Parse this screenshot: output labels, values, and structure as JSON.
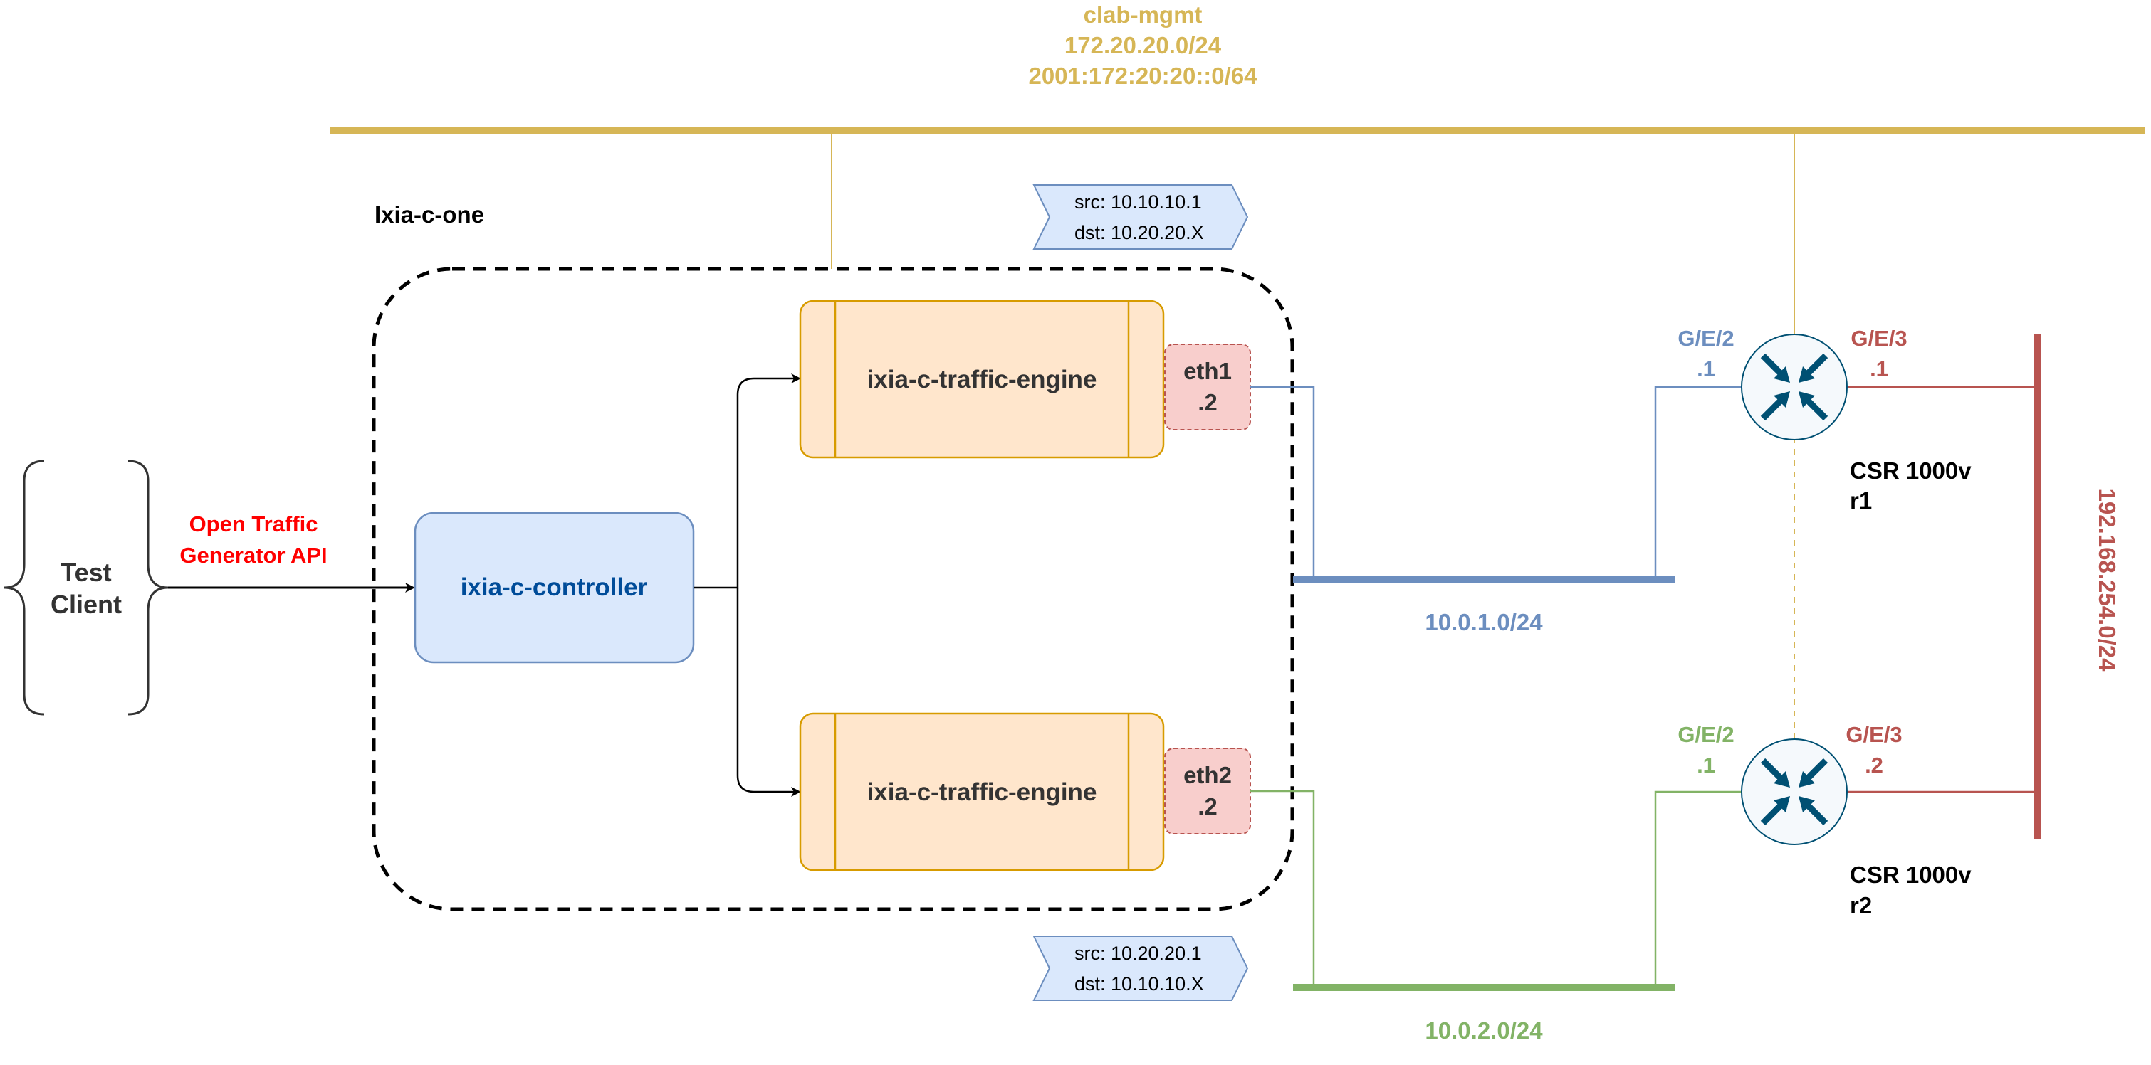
{
  "mgmt": {
    "name": "clab-mgmt",
    "ipv4": "172.20.20.0/24",
    "ipv6": "2001:172:20:20::0/64"
  },
  "client": {
    "label_line1": "Test",
    "label_line2": "Client"
  },
  "api": {
    "label_line1": "Open Traffic",
    "label_line2": "Generator API"
  },
  "ixia_one": {
    "title": "Ixia-c-one",
    "controller": "ixia-c-controller",
    "engine_top": "ixia-c-traffic-engine",
    "engine_bottom": "ixia-c-traffic-engine",
    "eth1_name": "eth1",
    "eth1_ip": ".2",
    "eth2_name": "eth2",
    "eth2_ip": ".2"
  },
  "flows": {
    "top_src": "src: 10.10.10.1",
    "top_dst": "dst: 10.20.20.X",
    "bottom_src": "src: 10.20.20.1",
    "bottom_dst": "dst: 10.10.10.X"
  },
  "networks": {
    "net1": "10.0.1.0/24",
    "net2": "10.0.2.0/24",
    "net3": "192.168.254.0/24"
  },
  "routers": {
    "r1": {
      "model": "CSR 1000v",
      "name": "r1",
      "left_if": "G/E/2",
      "left_ip": ".1",
      "right_if": "G/E/3",
      "right_ip": ".1"
    },
    "r2": {
      "model": "CSR 1000v",
      "name": "r2",
      "left_if": "G/E/2",
      "left_ip": ".1",
      "right_if": "G/E/3",
      "right_ip": ".2"
    }
  },
  "colors": {
    "mgmt": "#d6b656",
    "net_blue": "#6c8ebf",
    "net_green": "#82b366",
    "net_red": "#b85450",
    "controller_fill": "#dae8fc",
    "controller_text": "#004c99",
    "engine_fill": "#ffe6cc",
    "engine_stroke": "#d79b00",
    "port_fill": "#f8cecc",
    "api_text": "#ff0000",
    "router_icon": "#005073"
  }
}
